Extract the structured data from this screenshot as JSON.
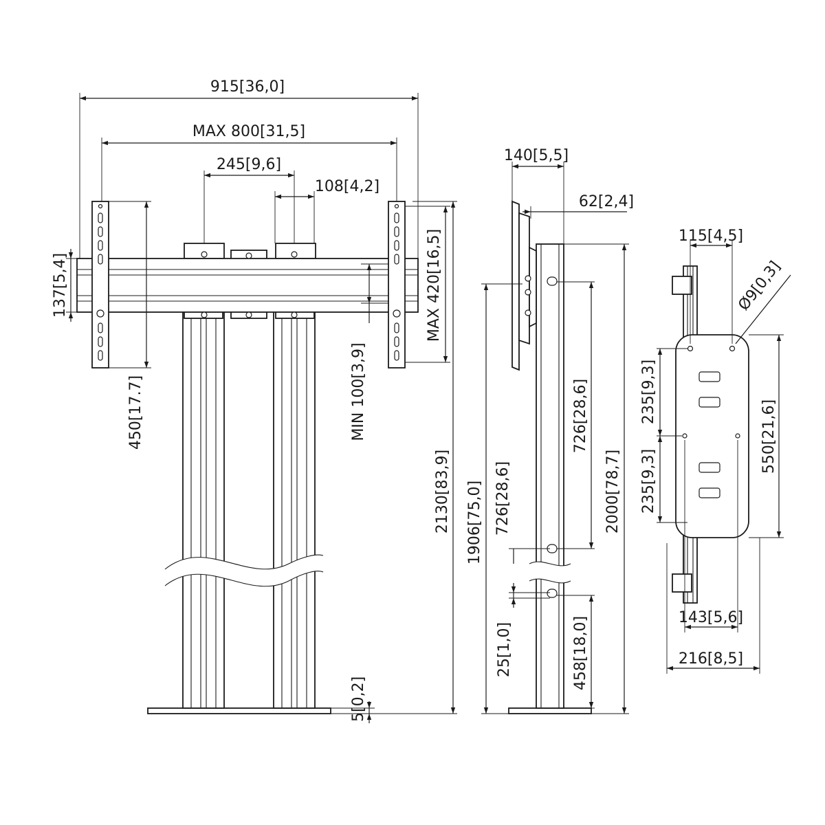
{
  "front_view": {
    "overall_width": {
      "value": "915",
      "inch": "36,0"
    },
    "max_vesa_width": {
      "value": "MAX 800",
      "inch": "31,5"
    },
    "column_spacing": {
      "value": "245",
      "inch": "9,6"
    },
    "column_width": {
      "value": "108",
      "inch": "4,2"
    },
    "beam_height": {
      "value": "137",
      "inch": "5,4"
    },
    "bracket_height": {
      "value": "450",
      "inch": "17.7"
    },
    "min_vesa_height": {
      "value": "MIN 100",
      "inch": "3,9"
    },
    "max_vesa_height": {
      "value": "MAX 420",
      "inch": "16,5"
    },
    "overall_height": {
      "value": "2130",
      "inch": "83,9"
    },
    "base_plate": {
      "value": "5",
      "inch": "0,2"
    }
  },
  "side_view": {
    "depth": {
      "value": "140",
      "inch": "5,5"
    },
    "offset": {
      "value": "62",
      "inch": "2,4"
    },
    "screen_center_height": {
      "value": "1906",
      "inch": "75,0"
    },
    "upper_spacing": {
      "value": "726",
      "inch": "28,6"
    },
    "lower_spacing": {
      "value": "726",
      "inch": "28,6"
    },
    "gap": {
      "value": "25",
      "inch": "1,0"
    },
    "bottom_height": {
      "value": "458",
      "inch": "18,0"
    },
    "column_height": {
      "value": "2000",
      "inch": "78,7"
    }
  },
  "back_plate_view": {
    "top_hole_spacing": {
      "value": "115",
      "inch": "4,5"
    },
    "hole_diameter": {
      "value": "Ø9",
      "inch": "0,3"
    },
    "upper_pitch": {
      "value": "235",
      "inch": "9,3"
    },
    "lower_pitch": {
      "value": "235",
      "inch": "9,3"
    },
    "plate_height": {
      "value": "550",
      "inch": "21,6"
    },
    "lower_hole_spacing": {
      "value": "143",
      "inch": "5,6"
    },
    "plate_width": {
      "value": "216",
      "inch": "8,5"
    }
  }
}
